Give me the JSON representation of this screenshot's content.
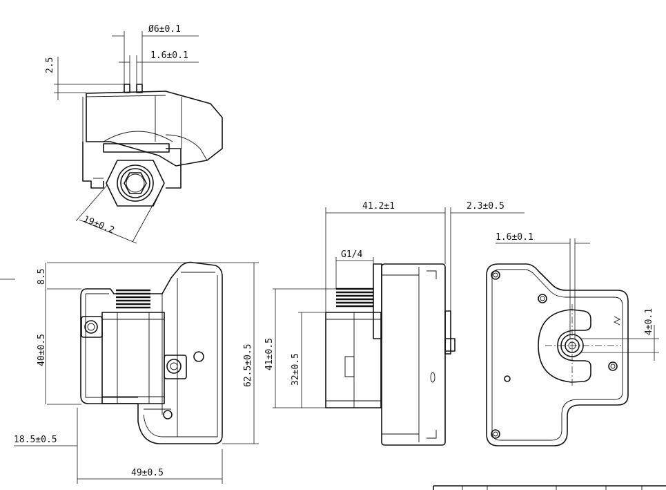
{
  "top_view": {
    "dim_diameter": "Ø6±0.1",
    "dim_pin": "1.6±0.1",
    "dim_height": "2.5",
    "dim_hex": "19±0.2"
  },
  "front_view": {
    "dim_top": "8.5",
    "dim_body": "40±0.5",
    "dim_total_height": "62.5±0.5",
    "dim_offset": "18.5±0.5",
    "dim_width": "49±0.5"
  },
  "side_view": {
    "dim_depth": "41.2±1",
    "dim_flange": "2.3±0.5",
    "dim_thread": "G1/4",
    "dim_height": "41±0.5",
    "dim_lower": "32±0.5"
  },
  "rear_view": {
    "dim_pin": "1.6±0.1",
    "dim_shaft": "4±0.1"
  }
}
